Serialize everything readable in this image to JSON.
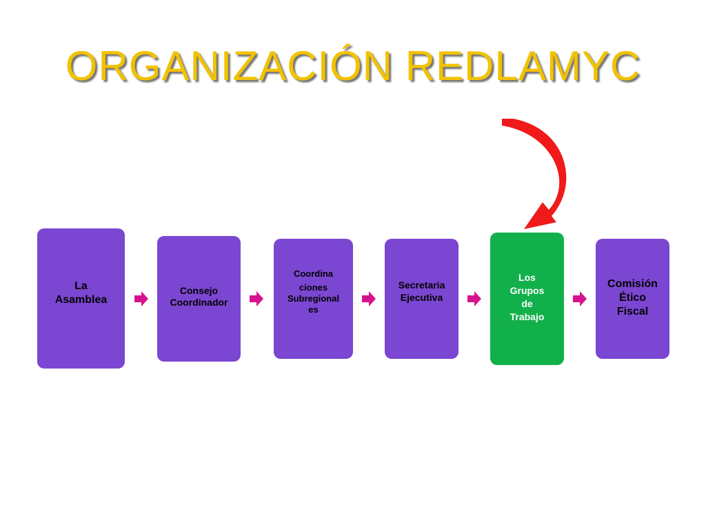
{
  "title": "ORGANIZACIÓN REDLAMYC",
  "colors": {
    "title": "#f2c200",
    "box": "#7b46d1",
    "highlight_box": "#12b04b",
    "flow_arrow": "#d6138f",
    "curved_arrow": "#f01a1a"
  },
  "boxes": [
    {
      "lines": [
        "La",
        "Asamblea"
      ]
    },
    {
      "lines": [
        "Consejo",
        "Coordinador"
      ]
    },
    {
      "lines": [
        "Coordina",
        "ciones",
        "Subregional",
        "es"
      ]
    },
    {
      "lines": [
        "Secretaria",
        "Ejecutiva"
      ]
    },
    {
      "lines": [
        "Los",
        "Grupos",
        "de",
        "Trabajo"
      ],
      "highlighted": true
    },
    {
      "lines": [
        "Comisión",
        "Ético",
        "Fiscal"
      ]
    }
  ],
  "icons": {
    "flow_arrow": "right-arrow-icon",
    "pointer": "curved-arrow-icon"
  }
}
